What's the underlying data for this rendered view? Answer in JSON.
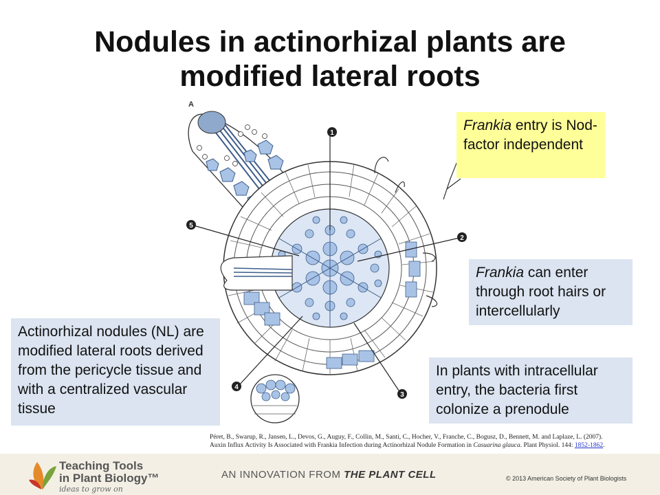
{
  "slide": {
    "title_line1": "Nodules in actinorhizal plants are",
    "title_line2": "modified lateral roots"
  },
  "diagram": {
    "panel_label": "A",
    "markers": [
      "1",
      "2",
      "3",
      "4",
      "5"
    ]
  },
  "callouts": {
    "entry": {
      "italic": "Frankia",
      "rest": " entry is Nod-factor independent"
    },
    "enter": {
      "italic": "Frankia",
      "rest": " can enter through root hairs or intercellularly"
    },
    "nodules": "Actinorhizal nodules (NL) are modified lateral roots derived from the pericycle tissue and with a centralized vascular tissue",
    "intracellular": "In plants with intracellular entry, the bacteria first colonize a prenodule"
  },
  "citation": {
    "line1": "Péret, B., Swarup, R., Jansen, L., Devos, G., Auguy, F., Collin, M., Santi, C., Hocher, V., Franche, C., Bogusz, D., Bennett, M. and Laplaze, L. (2007).",
    "line2_a": "Auxin Influx Activity Is Associated with Frankia Infection during Actinorhizal Nodule Formation in ",
    "line2_species": "Casuarina glauca",
    "line2_b": ". Plant Physiol. 144: ",
    "pages": "1852-1862",
    "end": "."
  },
  "footer": {
    "logo_line1": "Teaching Tools",
    "logo_line2": "in Plant Biology™",
    "tagline": "ideas to grow on",
    "innovation_prefix": "AN INNOVATION FROM ",
    "innovation_brand": "THE PLANT CELL",
    "copyright": "© 2013 American Society of Plant Biologists"
  },
  "colors": {
    "yellow": "#ffff99",
    "blue": "#dbe4f0",
    "cell_blue": "#a9c3e6"
  }
}
